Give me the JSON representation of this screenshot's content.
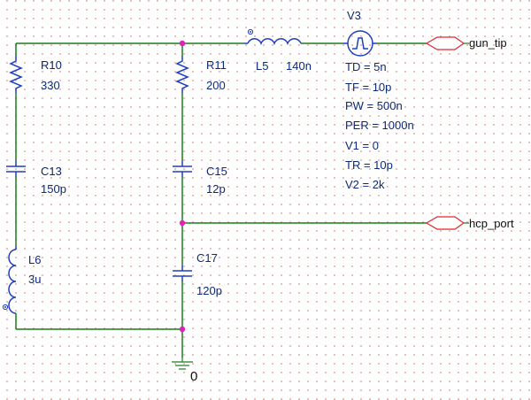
{
  "components": {
    "r10": {
      "ref": "R10",
      "value": "330"
    },
    "r11": {
      "ref": "R11",
      "value": "200"
    },
    "c13": {
      "ref": "C13",
      "value": "150p"
    },
    "c15": {
      "ref": "C15",
      "value": "12p"
    },
    "c17": {
      "ref": "C17",
      "value": "120p"
    },
    "l5": {
      "ref": "L5",
      "value": "140n"
    },
    "l6": {
      "ref": "L6",
      "value": "3u"
    },
    "v3": {
      "ref": "V3",
      "params": [
        "TD = 5n",
        "TF = 10p",
        "PW = 500n",
        "PER = 1000n",
        "V1 = 0",
        "TR = 10p",
        "V2 = 2k"
      ]
    }
  },
  "ports": {
    "gun_tip": "gun_tip",
    "hcp_port": "hcp_port"
  },
  "ground": {
    "label": "0"
  },
  "colors": {
    "wire": "#1b7c1b",
    "part": "#1f3fbf",
    "text": "#0b2a7a",
    "port": "#e0282a",
    "junction": "#e020c0"
  }
}
